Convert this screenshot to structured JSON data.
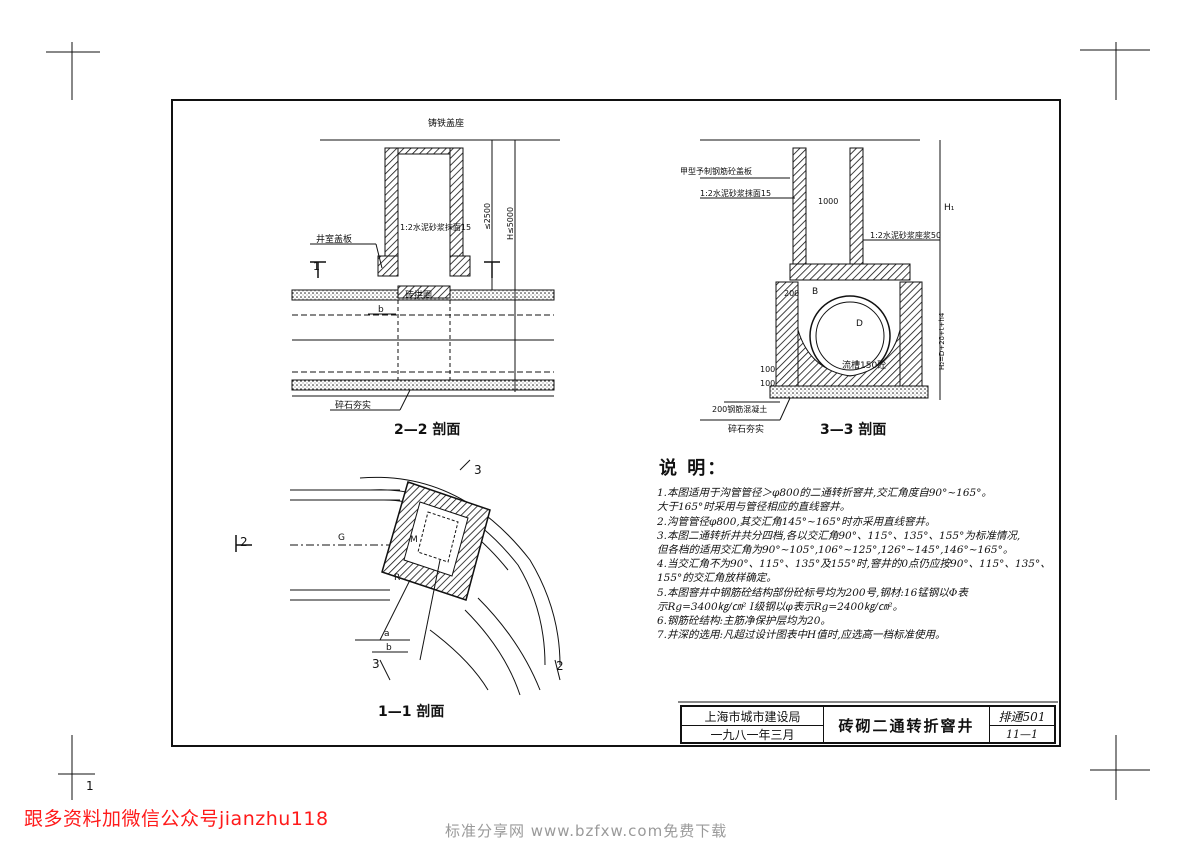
{
  "drawing": {
    "labels": {
      "cast_iron_cover": "铸铁盖座",
      "well_cover_plate": "井室盖板",
      "brick_circle": "砖拱圈",
      "mortar_15": "1:2水泥砂浆抹面15",
      "dim_2500": "≤2500",
      "dim_h5000": "H≤5000",
      "crushed_stone_left": "碎石夯实",
      "section_22": "2—2 剖面",
      "section_33": "3—3 剖面",
      "section_11": "1—1 剖面",
      "a_mark": "a",
      "b_mark": "b",
      "steel_cover": "甲型予制钢筋砼盖板",
      "mortar_15_right": "1:2水泥砂浆抹面15",
      "mortar_50": "1:2水泥砂浆座浆50",
      "dim_1000": "1000",
      "h1": "H₁",
      "h2": "H₂=D+2δ+t+h4",
      "b_label": "B",
      "c200": "200",
      "d_label": "D",
      "flow_label": "流槽150砼",
      "dim_100a": "100",
      "dim_100b": "100",
      "concrete200": "200钢筋混凝土",
      "crushed_stone_right": "碎石夯实",
      "mark_1": "1",
      "mark_2": "2",
      "mark_3": "3",
      "g_label": "G",
      "m_label": "M",
      "r_label": "R",
      "a_label": "a",
      "b2_label": "b"
    }
  },
  "notes": {
    "title": "说 明：",
    "items": [
      "1.本图适用于沟管管径＞φ800的二通转折窨井,交汇角度自90°~165°。",
      "  大于165°时采用与管径相应的直线窨井。",
      "2.沟管管径φ800,其交汇角145°~165°时亦采用直线窨井。",
      "3.本图二通转折井共分四档,各以交汇角90°、115°、135°、155°为标准情况,",
      "  但各档的适用交汇角为90°~105°,106°~125°,126°~145°,146°~165°。",
      "4.当交汇角不为90°、115°、135°及155°时,窨井的0点仍应按90°、115°、135°、",
      "  155°的交汇角放样确定。",
      "5.本图窨井中钢筋砼结构部份砼标号均为200号,钢材:16锰钢以Φ表",
      "  示Rg=3400㎏/㎝²  I级钢以φ表示Rg=2400㎏/㎝²。",
      "6.钢筋砼结构:主筋净保护层均为20。",
      "7.井深的选用:凡超过设计图表中H值时,应选高一档标准使用。"
    ]
  },
  "title_block": {
    "org": "上海市城市建设局",
    "date": "一九八一年三月",
    "title": "砖砌二通转折窨井",
    "code": "排通501",
    "page": "11—1"
  },
  "watermark": "跟多资料加微信公众号jianzhu118",
  "footer": "标准分享网 www.bzfxw.com免费下载",
  "corner_mark": "1"
}
